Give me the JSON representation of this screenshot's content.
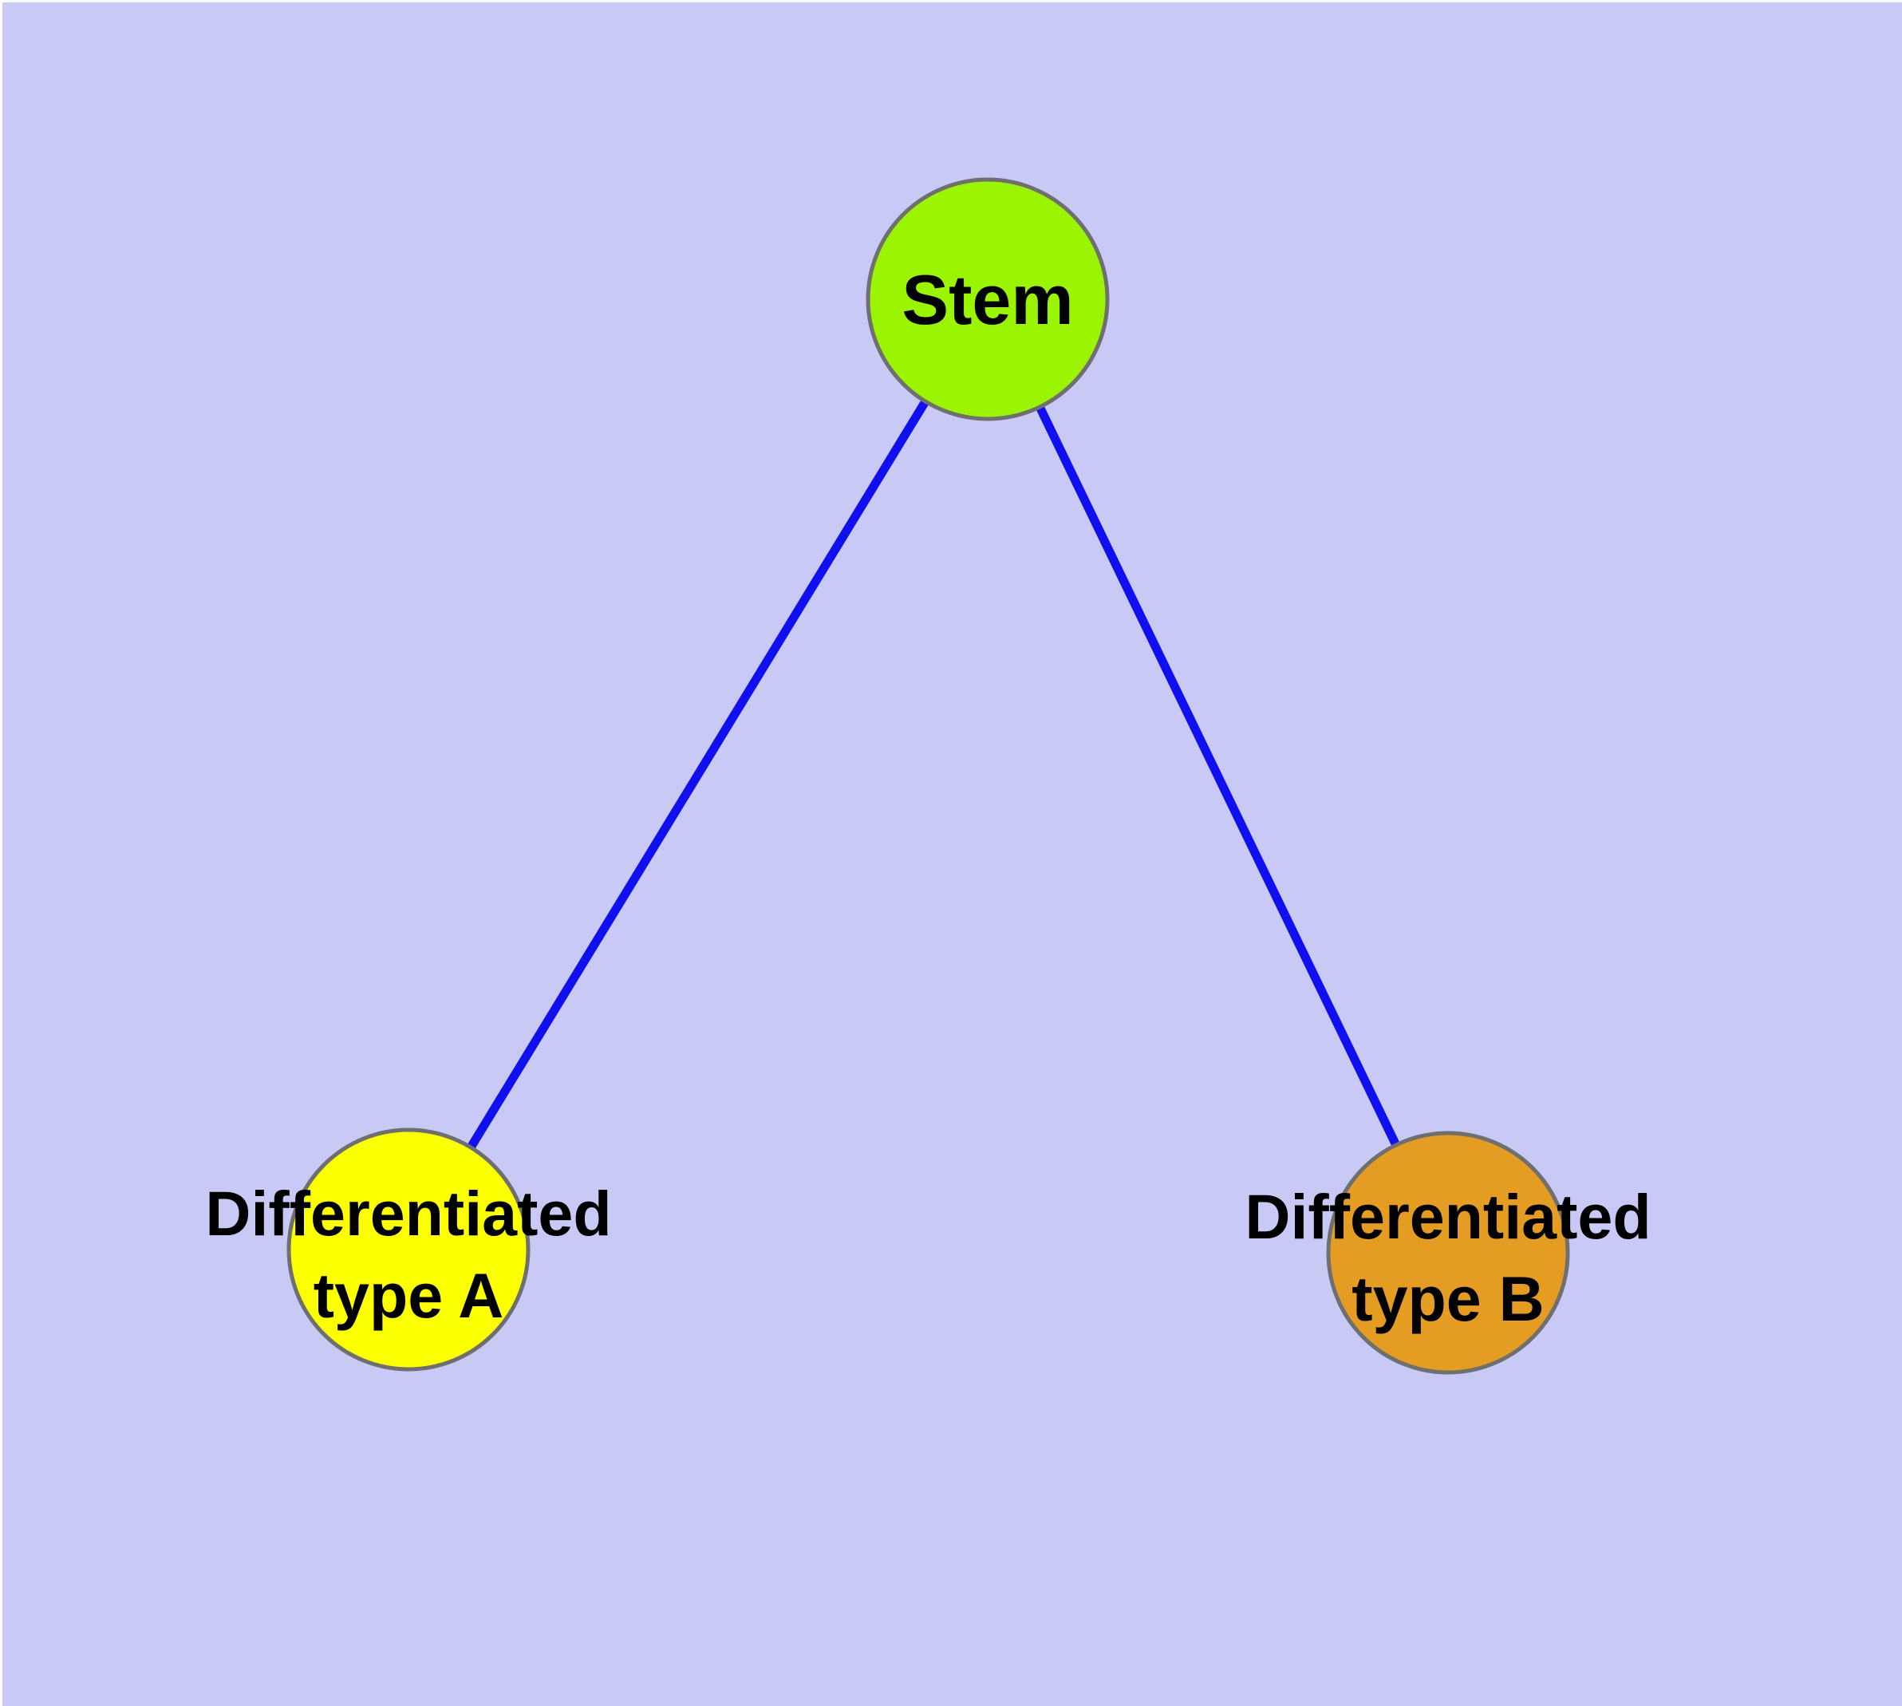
{
  "diagram": {
    "type": "node-link-graph",
    "background_color": "#C9C9F5",
    "edge_color": "#0F0FF0",
    "node_border_color": "#6F6F6F",
    "label_color": "#000000",
    "nodes": [
      {
        "id": "stem",
        "label": "Stem",
        "label_line1": "Stem",
        "label_line2": "",
        "fill": "#9BF401"
      },
      {
        "id": "typeA",
        "label": "Differentiated type A",
        "label_line1": "Differentiated",
        "label_line2": "type A",
        "fill": "#FCFF00"
      },
      {
        "id": "typeB",
        "label": "Differentiated type B",
        "label_line1": "Differentiated",
        "label_line2": "type B",
        "fill": "#E49D22"
      }
    ],
    "edges": [
      {
        "from": "Stem",
        "to": "Differentiated type A"
      },
      {
        "from": "Stem",
        "to": "Differentiated type B"
      }
    ]
  }
}
